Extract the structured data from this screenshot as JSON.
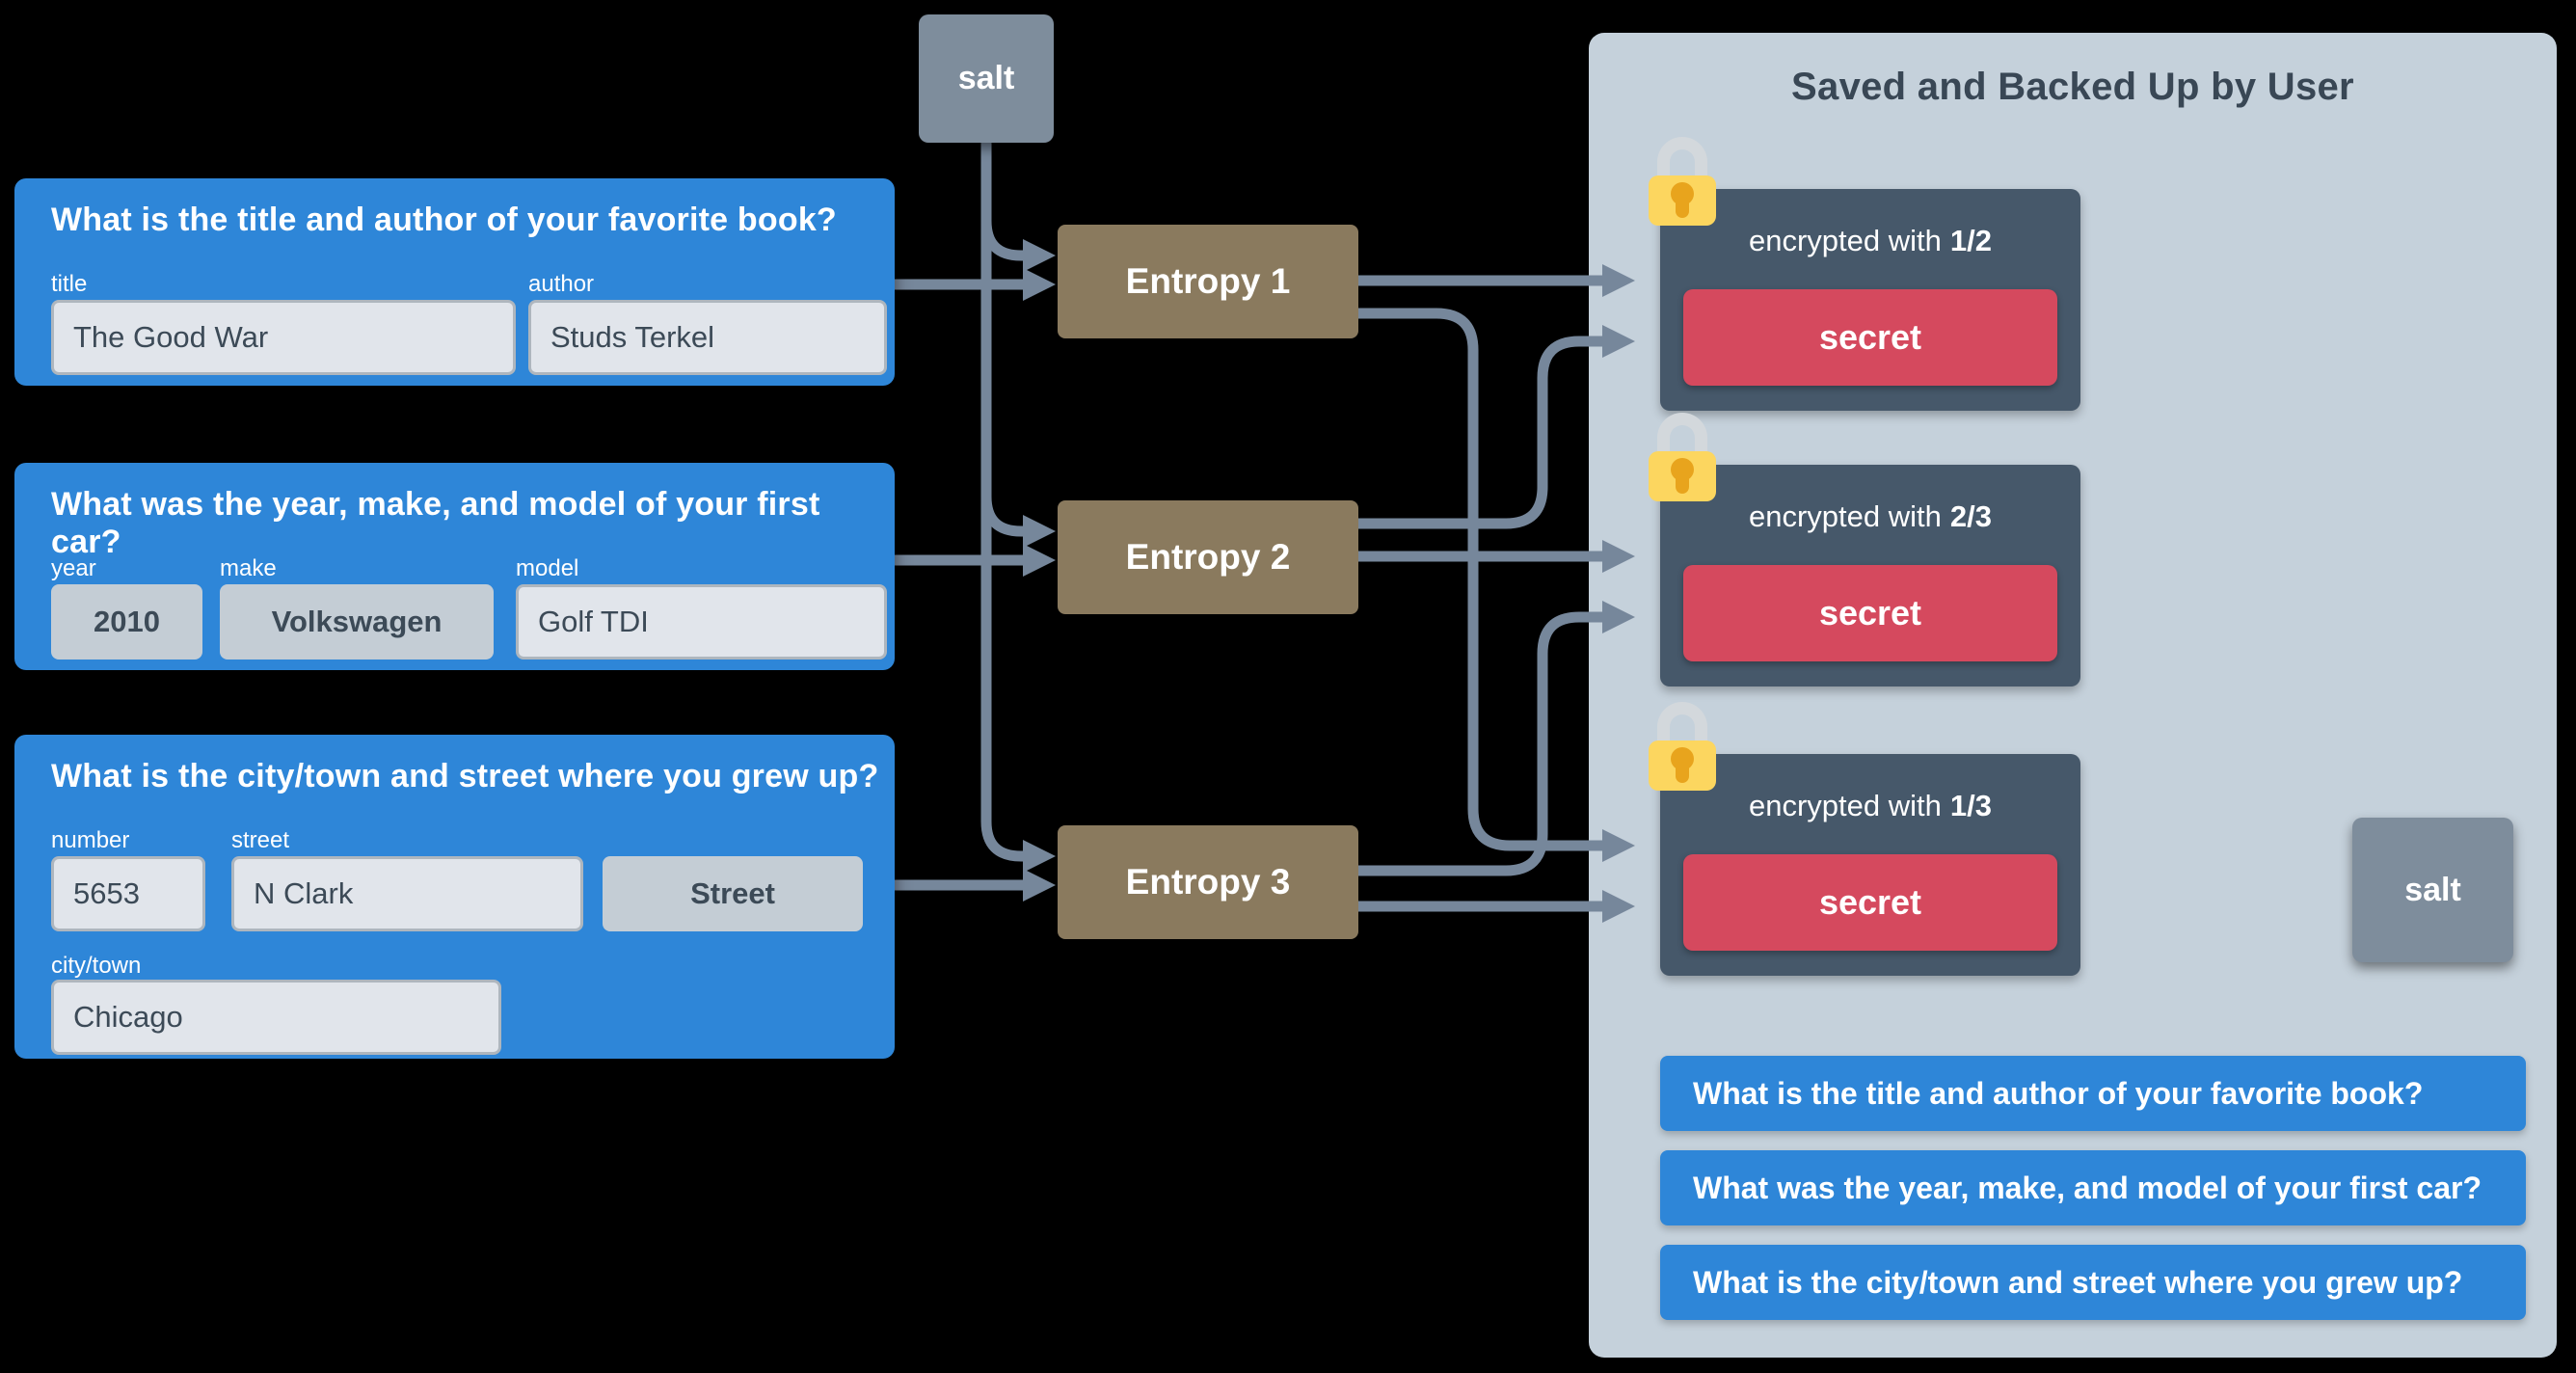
{
  "salt": {
    "label": "salt"
  },
  "questions": [
    {
      "text": "What is the title and author of your favorite book?",
      "fields": [
        {
          "label": "title",
          "value": "The Good War",
          "kind": "input"
        },
        {
          "label": "author",
          "value": "Studs Terkel",
          "kind": "input"
        }
      ]
    },
    {
      "text": "What was the year, make, and model of your first car?",
      "fields": [
        {
          "label": "year",
          "value": "2010",
          "kind": "select"
        },
        {
          "label": "make",
          "value": "Volkswagen",
          "kind": "select"
        },
        {
          "label": "model",
          "value": "Golf TDI",
          "kind": "input"
        }
      ]
    },
    {
      "text": "What is the city/town and street where you grew up?",
      "fields": [
        {
          "label": "number",
          "value": "5653",
          "kind": "input"
        },
        {
          "label": "street",
          "value": "N Clark",
          "kind": "input"
        },
        {
          "label": "",
          "value": "Street",
          "kind": "select"
        },
        {
          "label": "city/town",
          "value": "Chicago",
          "kind": "input"
        }
      ]
    }
  ],
  "entropy": [
    "Entropy 1",
    "Entropy 2",
    "Entropy 3"
  ],
  "panel": {
    "title": "Saved and Backed Up by User",
    "salt_label": "salt",
    "encrypted": [
      {
        "prefix": "encrypted with",
        "fraction": "1/2",
        "secret": "secret"
      },
      {
        "prefix": "encrypted with",
        "fraction": "2/3",
        "secret": "secret"
      },
      {
        "prefix": "encrypted with",
        "fraction": "1/3",
        "secret": "secret"
      }
    ],
    "bottom_questions": [
      "What is the title and author of your favorite book?",
      "What was the year, make, and model of your first car?",
      "What is the city/town and street where you grew up?"
    ]
  },
  "colors": {
    "accent_blue": "#2E86D8",
    "panel_bg": "#C5D1DB",
    "encrypted_box": "#46586A",
    "secret_red": "#D5495E",
    "entropy_brown": "#8A7A5E",
    "salt_gray": "#7E8D9C",
    "arrow_gray": "#76879B",
    "lock_yellow": "#FCD65F",
    "keyhole_orange": "#E8A41D"
  }
}
